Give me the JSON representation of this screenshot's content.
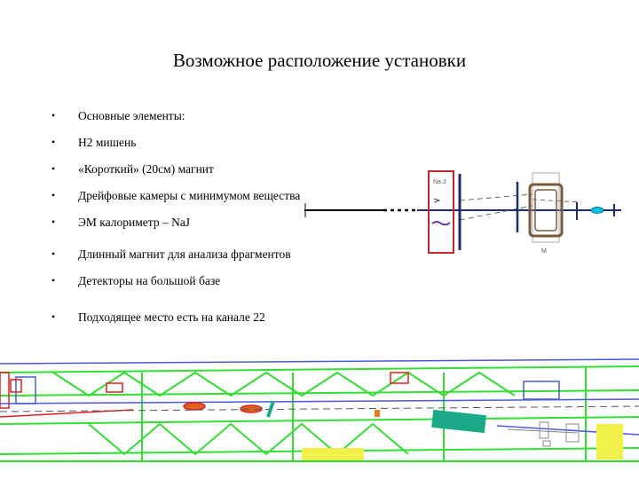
{
  "title": "Возможное расположение установки",
  "bullets": [
    "Основные элементы:",
    "H2 мишень",
    "«Короткий» (20см) магнит",
    "Дрейфовые камеры с минимумом вещества",
    "ЭМ  калориметр – NaJ",
    "Длинный магнит для анализа фрагментов",
    "Детекторы на большой базе",
    "Подходящее место есть на канале 22"
  ],
  "diagram": {
    "calorimeter_label": "Na J",
    "magnet_label": "M"
  },
  "colors": {
    "calorimeter": "#c0282d",
    "detector_plane": "#1f2d6b",
    "magnet_frame": "#7a5a3a",
    "beam_marker": "#00a0c8",
    "floorplan_green": "#33dd33",
    "floorplan_red": "#e02020",
    "floorplan_blue": "#4a5bd8",
    "floorplan_teal": "#1aaa88",
    "floorplan_yellow": "#f2f04a"
  }
}
